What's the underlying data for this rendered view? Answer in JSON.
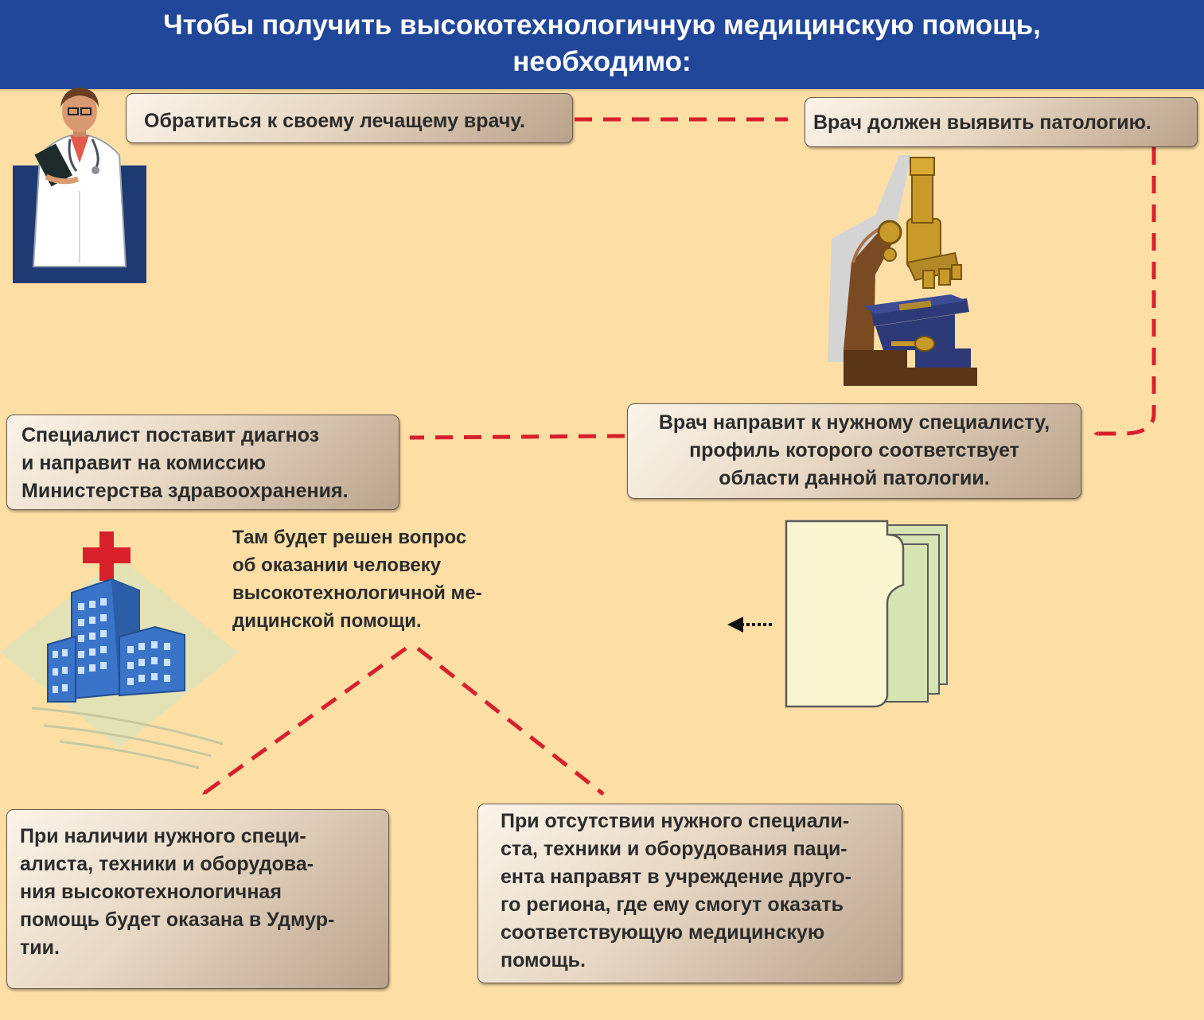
{
  "title": {
    "line1": "Чтобы получить высокотехнологичную медицинскую помощь,",
    "line2": "необходимо:"
  },
  "steps": {
    "consult": "Обратиться к своему лечащему врачу.",
    "detect": "Врач должен выявить патологию.",
    "refer": [
      "Врач направит к нужному специалисту,",
      "профиль которого соответствует",
      "области данной патологии."
    ],
    "diagnose": [
      "Специалист поставит диагноз",
      "и направит на комиссию",
      "Министерства здравоохранения."
    ],
    "decision": [
      "Там  будет решен вопрос",
      "об оказании человеку",
      "высокотехнологичной ме-",
      "дицинской помощи."
    ],
    "local": [
      "При наличии нужного специ-",
      "алиста, техники и оборудова-",
      "ния высокотехнологичная",
      "помощь будет оказана в Удмур-",
      "тии."
    ],
    "other_region": [
      "При отсутствии нужного специали-",
      "ста, техники и оборудования паци-",
      "ента направят в учреждение друго-",
      "го региона, где ему смогут оказать",
      "соответствующую медицинскую",
      "помощь."
    ]
  },
  "colors": {
    "background": "#fddfa6",
    "header": "#21479a",
    "arrow": "#d8202b"
  },
  "icons": [
    "doctor-icon",
    "microscope-icon",
    "documents-icon",
    "hospital-icon"
  ]
}
